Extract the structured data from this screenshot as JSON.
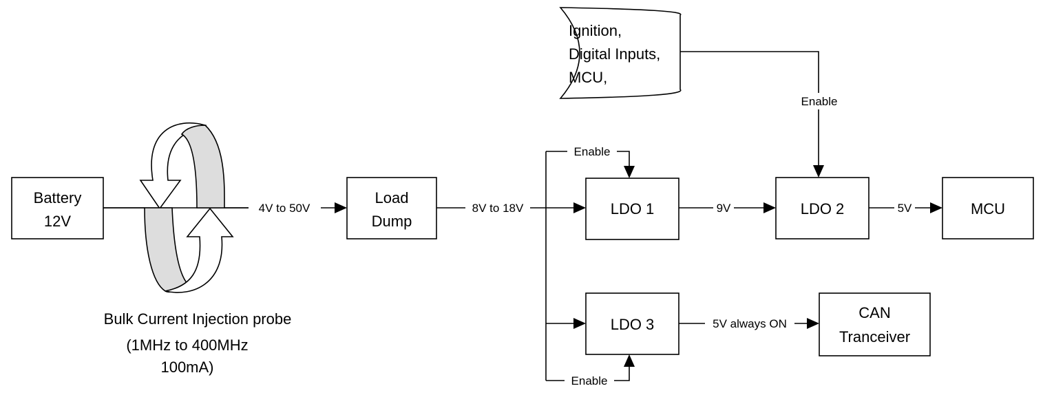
{
  "blocks": {
    "battery": [
      "Battery",
      "12V"
    ],
    "load_dump": [
      "Load",
      "Dump"
    ],
    "ldo1": "LDO 1",
    "ldo2": "LDO 2",
    "ldo3": "LDO 3",
    "mcu": "MCU",
    "can": [
      "CAN",
      "Tranceiver"
    ],
    "enable_source": [
      "Ignition,",
      "Digital Inputs,",
      "MCU,"
    ]
  },
  "signals": {
    "battery_out": "4V to 50V",
    "load_dump_out": "8V to 18V",
    "ldo1_to_ldo2": "9V",
    "ldo2_to_mcu": "5V",
    "ldo3_to_can": "5V always ON",
    "enable_ldo1": "Enable",
    "enable_ldo2": "Enable",
    "enable_ldo3": "Enable"
  },
  "probe": {
    "label": "Bulk Current Injection probe",
    "spec": [
      "(1MHz to 400MHz",
      "100mA)"
    ]
  },
  "colors": {
    "stroke": "#000000",
    "fill": "#ffffff",
    "probe_band": "#dddddd"
  }
}
